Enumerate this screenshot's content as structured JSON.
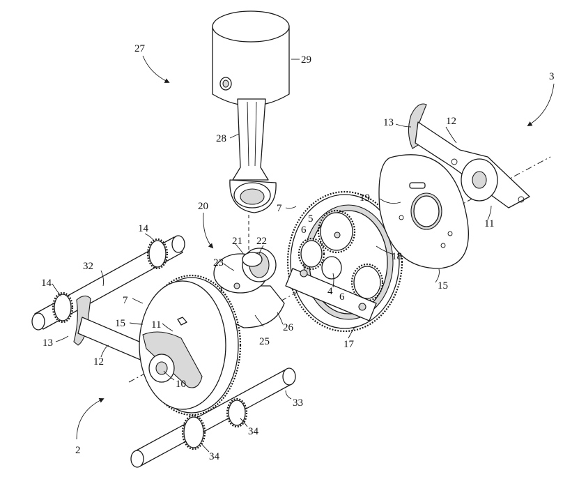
{
  "labels": {
    "l2": "2",
    "l3": "3",
    "l4": "4",
    "l5": "5",
    "l6a": "6",
    "l6b": "6",
    "l7a": "7",
    "l7b": "7",
    "l10": "10",
    "l11a": "11",
    "l11b": "11",
    "l12a": "12",
    "l12b": "12",
    "l13a": "13",
    "l13b": "13",
    "l14a": "14",
    "l14b": "14",
    "l15a": "15",
    "l15b": "15",
    "l17": "17",
    "l18": "18",
    "l19": "19",
    "l20": "20",
    "l21": "21",
    "l22": "22",
    "l23": "23",
    "l25": "25",
    "l26": "26",
    "l27": "27",
    "l28": "28",
    "l29": "29",
    "l32": "32",
    "l33": "33",
    "l34a": "34",
    "l34b": "34"
  },
  "colors": {
    "line": "#1a1a1a",
    "background": "#ffffff",
    "shade": "#d9d9d9"
  }
}
